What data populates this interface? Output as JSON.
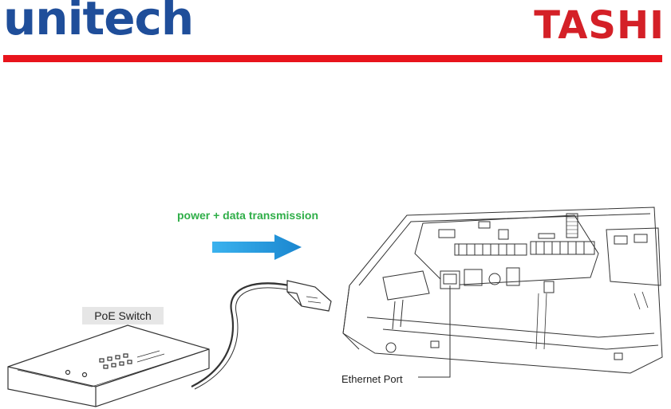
{
  "header": {
    "brand_left": "unitech",
    "brand_right": "TASHI",
    "brand_left_color": "#1f4e9a",
    "brand_right_color": "#d42027",
    "rule_color": "#e8141c"
  },
  "diagram": {
    "caption": "power + data transmission",
    "caption_color": "#2fae48",
    "arrow_color": "#1e96d8",
    "arrow_icon": "right-arrow-icon",
    "switch_label": "PoE Switch",
    "port_label": "Ethernet Port"
  }
}
